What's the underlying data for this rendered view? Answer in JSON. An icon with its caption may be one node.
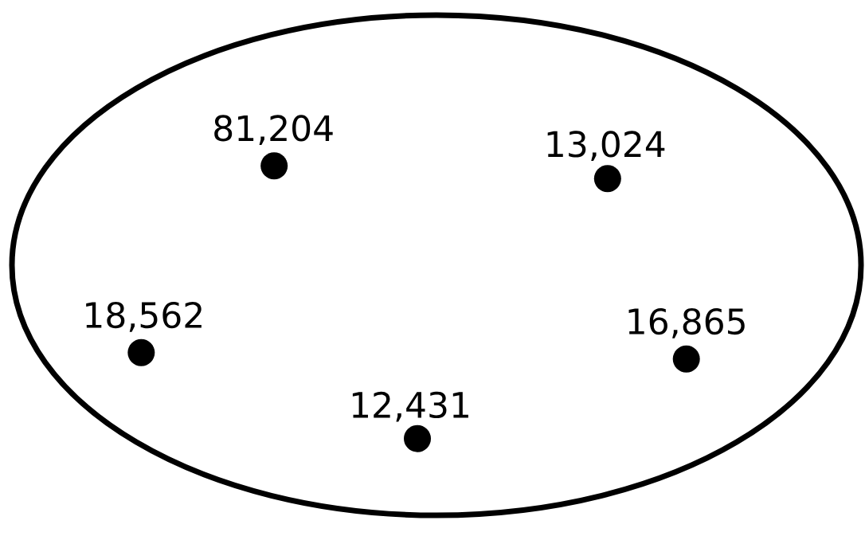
{
  "diagram": {
    "nodes": [
      {
        "text": [],
        "shape": "ellipse"
      },
      {
        "text": [],
        "shape": "circle",
        "in": 0,
        "beside": [
          "81,204"
        ]
      },
      {
        "text": [],
        "shape": "circle",
        "in": 0,
        "beside": [
          "13,024"
        ]
      },
      {
        "text": [],
        "shape": "circle",
        "in": 0,
        "beside": [
          "18,562"
        ]
      },
      {
        "text": [],
        "shape": "circle",
        "in": 0,
        "beside": [
          "16,865"
        ]
      },
      {
        "text": [],
        "shape": "circle",
        "in": 0,
        "beside": [
          "12,431"
        ]
      }
    ]
  }
}
